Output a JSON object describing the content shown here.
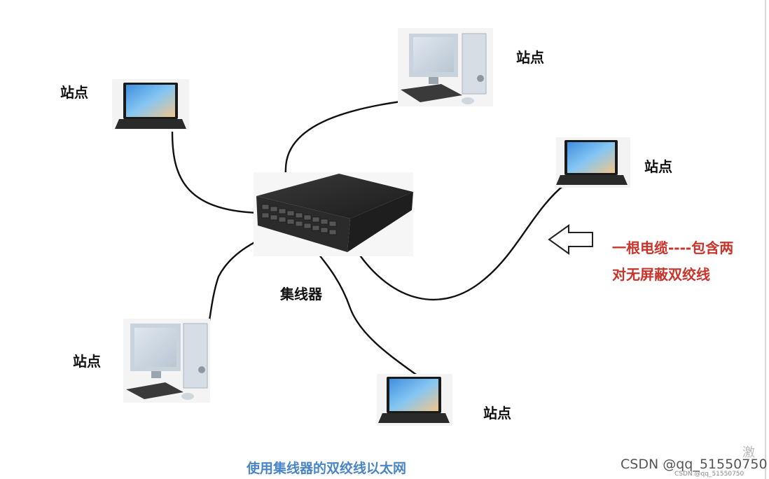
{
  "labels": {
    "station": "站点",
    "hub": "集线器",
    "callout_line1": "一根电缆----包含两",
    "callout_line2": "对无屏蔽双绞线",
    "caption": "使用集线器的双绞线以太网"
  },
  "watermark": {
    "main": "CSDN @qq_51550750",
    "small": "CSDN @qq_51550750",
    "glyph": "激"
  },
  "colors": {
    "label": "#111111",
    "callout": "#c8342a",
    "caption": "#4a86c7",
    "cable": "#111111",
    "laptop_screen": "#5aa6e8",
    "hub_body": "#2a2a2a"
  },
  "icons": [
    "laptop-icon",
    "desktop-computer-icon",
    "network-hub-icon",
    "left-arrow-icon"
  ]
}
